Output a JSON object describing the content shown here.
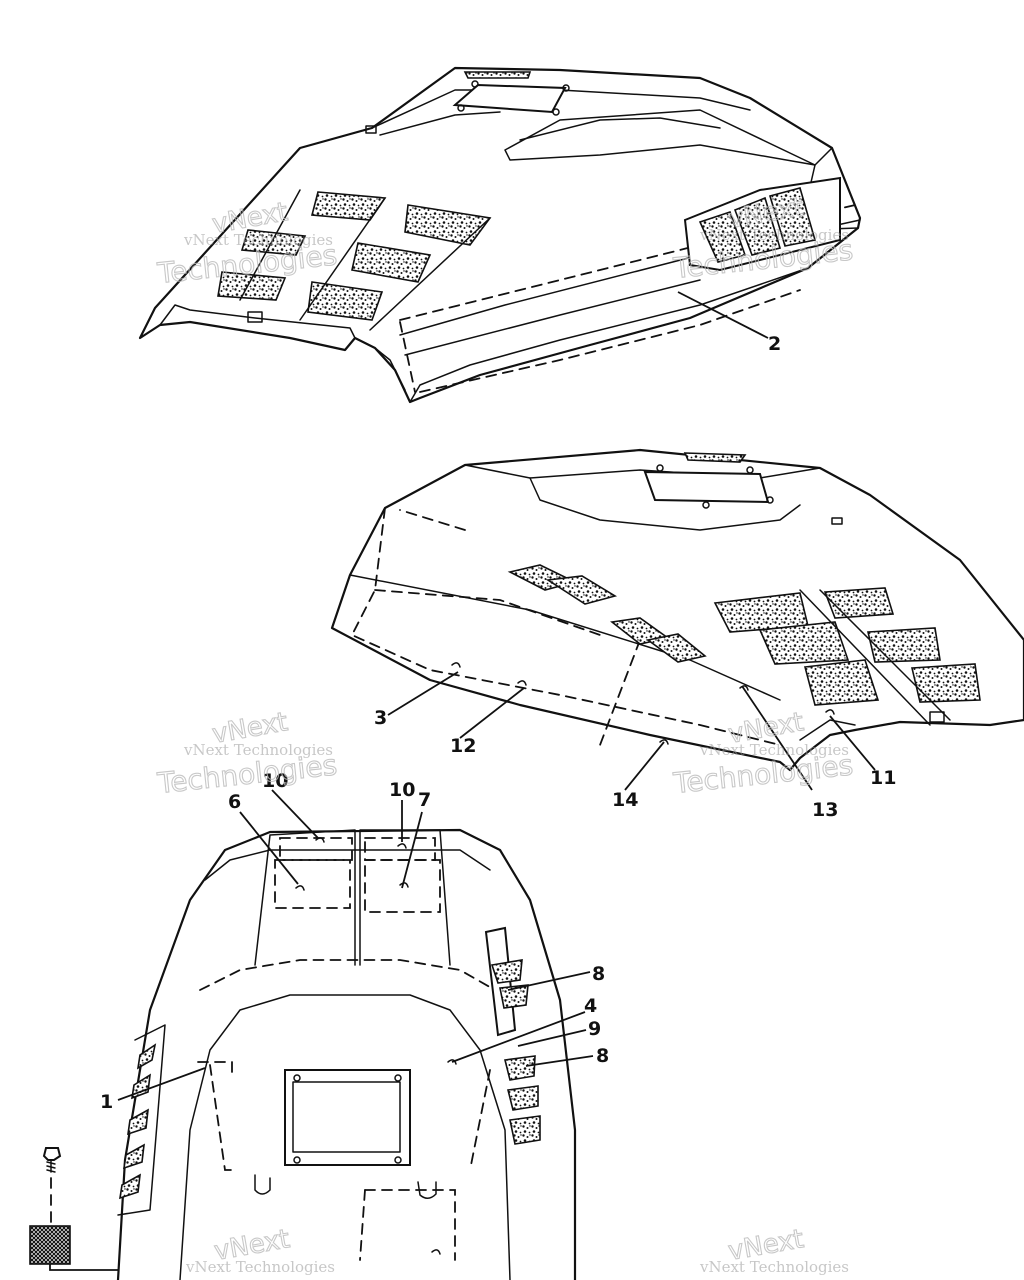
{
  "callouts": [
    {
      "id": "c2",
      "label": "2"
    },
    {
      "id": "c3",
      "label": "3"
    },
    {
      "id": "c12",
      "label": "12"
    },
    {
      "id": "c14",
      "label": "14"
    },
    {
      "id": "c13",
      "label": "13"
    },
    {
      "id": "c11",
      "label": "11"
    },
    {
      "id": "c10a",
      "label": "10"
    },
    {
      "id": "c10b",
      "label": "10"
    },
    {
      "id": "c6",
      "label": "6"
    },
    {
      "id": "c7",
      "label": "7"
    },
    {
      "id": "c8a",
      "label": "8"
    },
    {
      "id": "c4",
      "label": "4"
    },
    {
      "id": "c9",
      "label": "9"
    },
    {
      "id": "c8b",
      "label": "8"
    },
    {
      "id": "c1",
      "label": "1"
    }
  ],
  "watermark": {
    "line1": "vNext Technologies",
    "line2": "vNext",
    "line3": "Technologies"
  }
}
